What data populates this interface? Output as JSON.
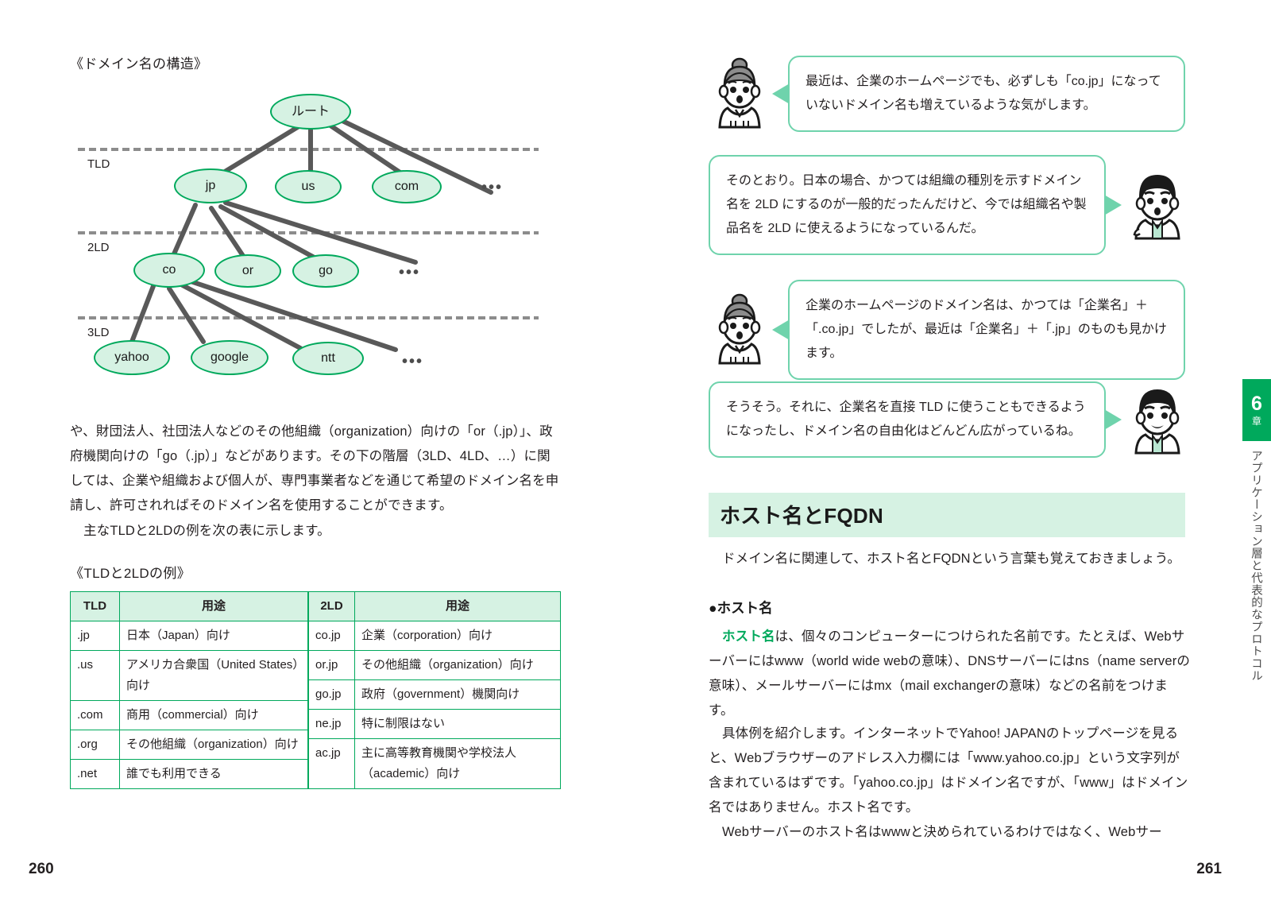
{
  "left_page": {
    "page_number": "260",
    "figure_caption_structure": "《ドメイン名の構造》",
    "figure_caption_table": "《TLDと2LDの例》",
    "tree": {
      "level_labels": [
        "TLD",
        "2LD",
        "3LD"
      ],
      "root": "ルート",
      "tld_nodes": [
        "jp",
        "us",
        "com"
      ],
      "second_level_nodes": [
        "co",
        "or",
        "go"
      ],
      "third_level_nodes": [
        "yahoo",
        "google",
        "ntt"
      ],
      "ellipsis": "•••"
    },
    "paragraph_1": "や、財団法人、社団法人などのその他組織（organization）向けの「or（.jp）」、政府機関向けの「go（.jp）」などがあります。その下の階層（3LD、4LD、…）に関しては、企業や組織および個人が、専門事業者などを通じて希望のドメイン名を申請し、許可されればそのドメイン名を使用することができます。",
    "paragraph_2": "主なTLDと2LDの例を次の表に示します。",
    "table_tld": {
      "headers": [
        "TLD",
        "用途"
      ],
      "rows": [
        {
          "key": ".jp",
          "use": "日本（Japan）向け"
        },
        {
          "key": ".us",
          "use": "アメリカ合衆国（United States）向け"
        },
        {
          "key": ".com",
          "use": "商用（commercial）向け"
        },
        {
          "key": ".org",
          "use": "その他組織（organization）向け"
        },
        {
          "key": ".net",
          "use": "誰でも利用できる"
        }
      ]
    },
    "table_2ld": {
      "headers": [
        "2LD",
        "用途"
      ],
      "rows": [
        {
          "key": "co.jp",
          "use": "企業（corporation）向け"
        },
        {
          "key": "or.jp",
          "use": "その他組織（organization）向け"
        },
        {
          "key": "go.jp",
          "use": "政府（government）機関向け"
        },
        {
          "key": "ne.jp",
          "use": "特に制限はない"
        },
        {
          "key": "ac.jp",
          "use": "主に高等教育機関や学校法人（academic）向け"
        }
      ]
    }
  },
  "right_page": {
    "page_number": "261",
    "bubbles": [
      {
        "speaker": "student-female",
        "side": "left",
        "text": "最近は、企業のホームページでも、必ずしも「co.jp」になっていないドメイン名も増えているような気がします。"
      },
      {
        "speaker": "teacher-male",
        "side": "right",
        "text": "そのとおり。日本の場合、かつては組織の種別を示すドメイン名を 2LD にするのが一般的だったんだけど、今では組織名や製品名を 2LD に使えるようになっているんだ。"
      },
      {
        "speaker": "student-female",
        "side": "left",
        "text": "企業のホームページのドメイン名は、かつては「企業名」＋「.co.jp」でしたが、最近は「企業名」＋「.jp」のものも見かけます。"
      },
      {
        "speaker": "teacher-male",
        "side": "right",
        "text": "そうそう。それに、企業名を直接 TLD に使うこともできるようになったし、ドメイン名の自由化はどんどん広がっているね。"
      }
    ],
    "section_heading": "ホスト名とFQDN",
    "section_intro": "ドメイン名に関連して、ホスト名とFQDNという言葉も覚えておきましょう。",
    "sub_heading": "●ホスト名",
    "paragraph_1_term": "ホスト名",
    "paragraph_1_rest": "は、個々のコンピューターにつけられた名前です。たとえば、Webサーバーにはwww（world wide webの意味）、DNSサーバーにはns（name serverの意味）、メールサーバーにはmx（mail exchangerの意味）などの名前をつけます。",
    "paragraph_2": "具体例を紹介します。インターネットでYahoo! JAPANのトップページを見ると、Webブラウザーのアドレス入力欄には「www.yahoo.co.jp」という文字列が含まれているはずです。「yahoo.co.jp」はドメイン名ですが、「www」はドメイン名ではありません。ホスト名です。",
    "paragraph_3": "Webサーバーのホスト名はwwwと決められているわけではなく、Webサー",
    "chapter_tab": {
      "number": "6",
      "unit": "章",
      "title": "アプリケーション層と代表的なプロトコル"
    }
  },
  "colors": {
    "accent_green": "#00a95c",
    "light_green": "#d6f2e3",
    "bubble_border": "#6fd3ac",
    "line_gray": "#595959"
  }
}
